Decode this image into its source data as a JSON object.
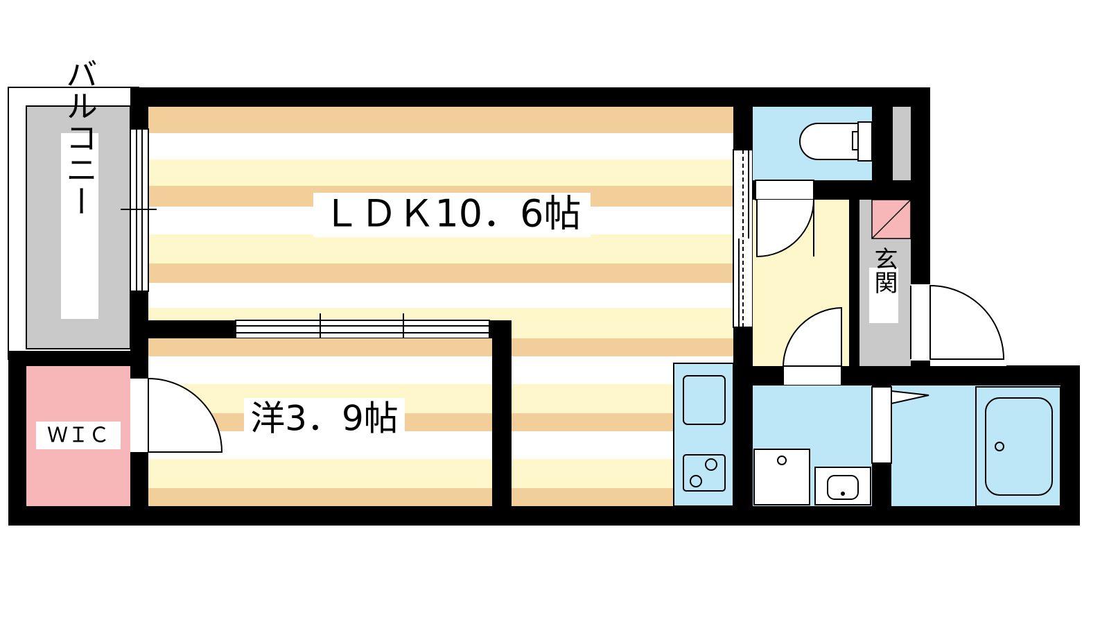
{
  "rooms": {
    "ldk": "ＬＤＫ10．6帖",
    "western": "洋3．9帖",
    "balcony": "バルコニー",
    "wic": "ＷＩＣ",
    "entrance": "玄関"
  },
  "colors": {
    "wall": "#000000",
    "floor_light": "#fff7cc",
    "floor_stripe": "#f2cf9a",
    "balcony": "#c9c9c9",
    "wic": "#f7b6b8",
    "wet_area": "#bde6f6",
    "hall_floor": "#fff7cc",
    "shoe_box": "#f7b6b8",
    "label_bg": "#ffffff"
  }
}
